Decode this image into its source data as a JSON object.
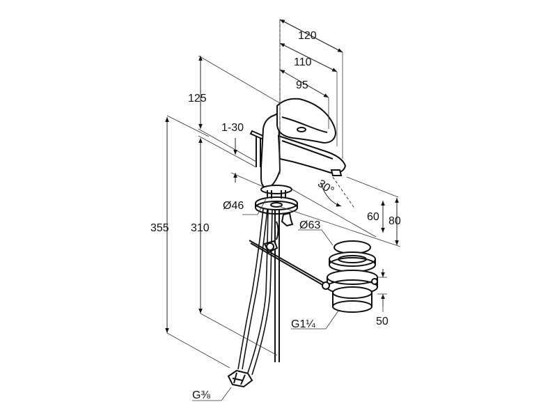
{
  "dimensions": {
    "width_120": "120",
    "width_110": "110",
    "width_95": "95",
    "height_125": "125",
    "range_1_30": "1-30",
    "angle_30": "30°",
    "diameter_46": "Ø46",
    "diameter_63": "Ø63",
    "height_355": "355",
    "height_310": "310",
    "height_60": "60",
    "height_80": "80",
    "height_50": "50",
    "thread_waste": "G1¼",
    "thread_inlet": "G⅜"
  }
}
